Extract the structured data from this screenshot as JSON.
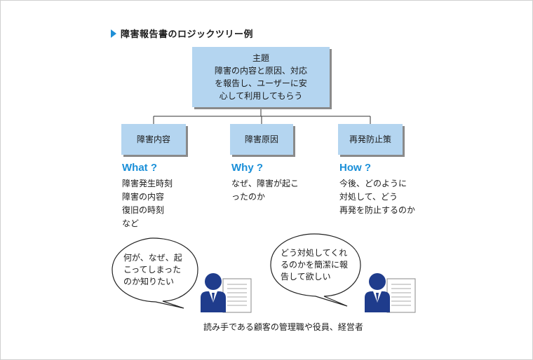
{
  "title": "障害報告書のロジックツリー例",
  "main_box": {
    "lines": [
      "主題",
      "障害の内容と原因、対応",
      "を報告し、ユーザーに安",
      "心して利用してもらう"
    ]
  },
  "categories": [
    {
      "label": "障害内容",
      "question": "What ?",
      "items": [
        "障害発生時刻",
        "障害の内容",
        "復旧の時刻",
        "など"
      ]
    },
    {
      "label": "障害原因",
      "question": "Why ?",
      "items": [
        "なぜ、障害が起こ",
        "ったのか"
      ]
    },
    {
      "label": "再発防止策",
      "question": "How ?",
      "items": [
        "今後、どのように",
        "対処して、どう",
        "再発を防止するのか"
      ]
    }
  ],
  "bubbles": [
    {
      "lines": [
        "何が、なぜ、起",
        "こってしまった",
        "のか知りたい"
      ]
    },
    {
      "lines": [
        "どう対処してくれ",
        "るのかを簡潔に報",
        "告して欲しい"
      ]
    }
  ],
  "caption": "読み手である顧客の管理職や役員、経営者",
  "colors": {
    "box_fill": "#b4d5f0",
    "accent": "#1a8fd8",
    "person": "#1f3c8c"
  }
}
